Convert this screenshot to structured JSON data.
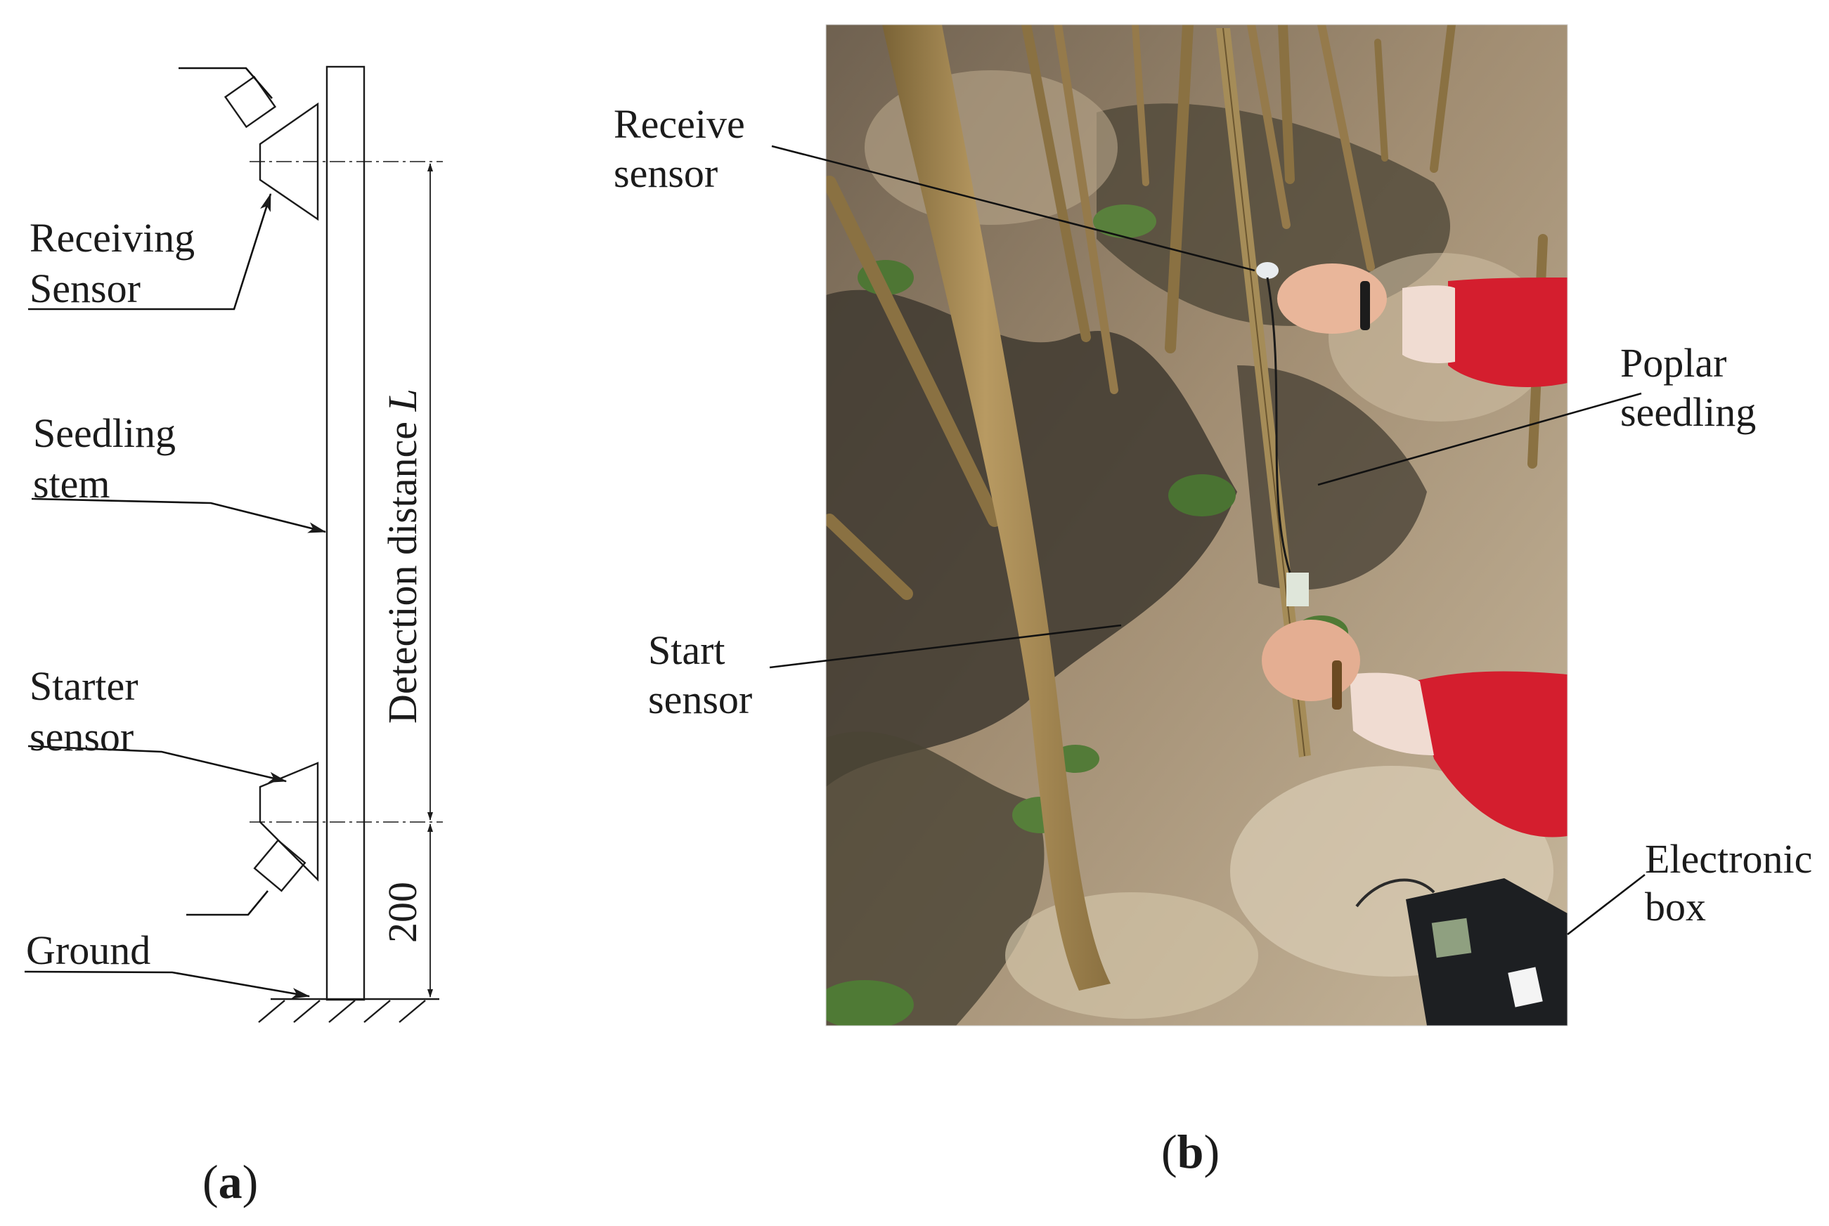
{
  "figure": {
    "panel_a": {
      "caption": "a",
      "labels": {
        "receiving_line1": "Receiving",
        "receiving_line2": "Sensor",
        "stem_line1": "Seedling",
        "stem_line2": "stem",
        "starter_line1": "Starter",
        "starter_line2": "sensor",
        "ground": "Ground",
        "detection_distance": "Detection distance ",
        "detection_symbol": "L",
        "bottom_dimension": "200"
      }
    },
    "panel_b": {
      "caption": "b",
      "labels": {
        "receive_line1": "Receive",
        "receive_line2": "sensor",
        "poplar_line1": "Poplar",
        "poplar_line2": "seedling",
        "start_line1": "Start",
        "start_line2": "sensor",
        "box_line1": "Electronic",
        "box_line2": "box"
      }
    },
    "colors": {
      "ink": "#1b1b1b",
      "soil": "#8f7a62",
      "soil_light": "#c9b9a0",
      "shadow": "#3a352c",
      "stem": "#a48a55",
      "jacket_red": "#d41e2e",
      "leaf_green": "#4f7a35"
    }
  }
}
